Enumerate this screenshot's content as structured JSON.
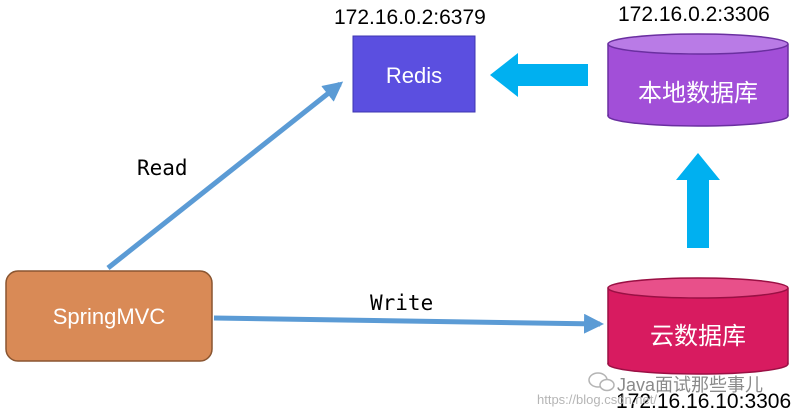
{
  "nodes": {
    "redis": {
      "label": "Redis",
      "address": "172.16.0.2:6379"
    },
    "local_db": {
      "label": "本地数据库",
      "address": "172.16.0.2:3306"
    },
    "cloud_db": {
      "label": "云数据库",
      "address": "172.16.16.10:3306"
    },
    "springmvc": {
      "label": "SpringMVC"
    }
  },
  "edges": {
    "read": {
      "label": "Read"
    },
    "write": {
      "label": "Write"
    }
  },
  "watermark": {
    "account": "Java面试那些事儿",
    "url": "https://blog.csdn.net/"
  },
  "colors": {
    "redis": "#5b4fe0",
    "local_db": "#a24fd8",
    "cloud_db": "#d81b60",
    "springmvc": "#d98a56",
    "edge_line": "#5b9bd5",
    "flow_arrow": "#00a8e8"
  }
}
